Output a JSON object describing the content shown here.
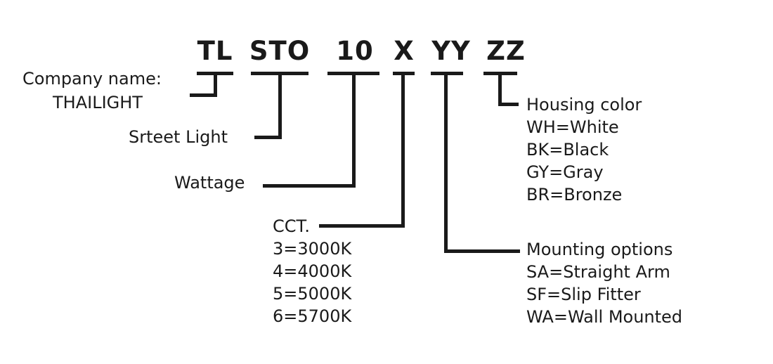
{
  "code": {
    "tl": "TL",
    "sto": "STO",
    "wattage": "10",
    "cct": "X",
    "mounting": "YY",
    "color": "ZZ"
  },
  "company": {
    "title": "Company name:",
    "value": "THAILIGHT"
  },
  "street_light": "Srteet Light",
  "wattage_label": "Wattage",
  "cct": {
    "title": "CCT.",
    "options": [
      "3=3000K",
      "4=4000K",
      "5=5000K",
      "6=5700K"
    ]
  },
  "housing_color": {
    "title": "Housing color",
    "options": [
      "WH=White",
      "BK=Black",
      "GY=Gray",
      "BR=Bronze"
    ]
  },
  "mounting": {
    "title": "Mounting options",
    "options": [
      "SA=Straight Arm",
      "SF=Slip Fitter",
      "WA=Wall Mounted"
    ]
  },
  "line_color": "#1a1a1a"
}
